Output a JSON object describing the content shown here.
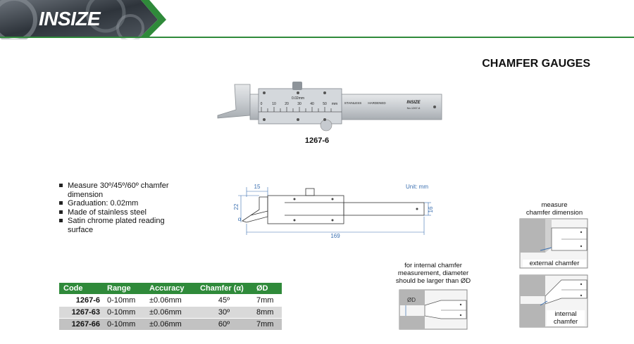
{
  "header": {
    "brand": "INSIZE",
    "title": "CHAMFER GAUGES"
  },
  "product": {
    "model": "1267-6",
    "scale_labels": [
      "0",
      "10",
      "20",
      "30",
      "40",
      "50",
      "mm"
    ],
    "resolution_label": "0.02mm",
    "engraving_stainless": "STAINLESS",
    "engraving_hardened": "HARDENED",
    "engraving_brand": "INSIZE",
    "engraving_model": "No.1267-6"
  },
  "features": [
    "Measure 30º/45º/60º chamfer dimension",
    "Graduation: 0.02mm",
    "Made of stainless steel",
    "Satin chrome plated reading surface"
  ],
  "drawing": {
    "unit": "Unit: mm",
    "dim_15": "15",
    "dim_22": "22",
    "dim_16": "16",
    "dim_169": "169",
    "dim_alpha": "α"
  },
  "table": {
    "headers": [
      "Code",
      "Range",
      "Accuracy",
      "Chamfer (α)",
      "ØD"
    ],
    "rows": [
      [
        "1267-6",
        "0-10mm",
        "±0.06mm",
        "45º",
        "7mm"
      ],
      [
        "1267-63",
        "0-10mm",
        "±0.06mm",
        "30º",
        "8mm"
      ],
      [
        "1267-66",
        "0-10mm",
        "±0.06mm",
        "60º",
        "7mm"
      ]
    ]
  },
  "internal_note": {
    "caption": [
      "for internal chamfer",
      "measurement, diameter",
      "should be larger than ØD"
    ],
    "od_label": "ØD"
  },
  "measure_panel": {
    "caption": [
      "measure",
      "chamfer dimension"
    ],
    "external_label": "external chamfer",
    "internal_label": [
      "internal",
      "chamfer"
    ]
  },
  "colors": {
    "brand_green": "#2f8a3a",
    "drawing_blue": "#3a6fb0",
    "header_dark": "#3a4048"
  }
}
